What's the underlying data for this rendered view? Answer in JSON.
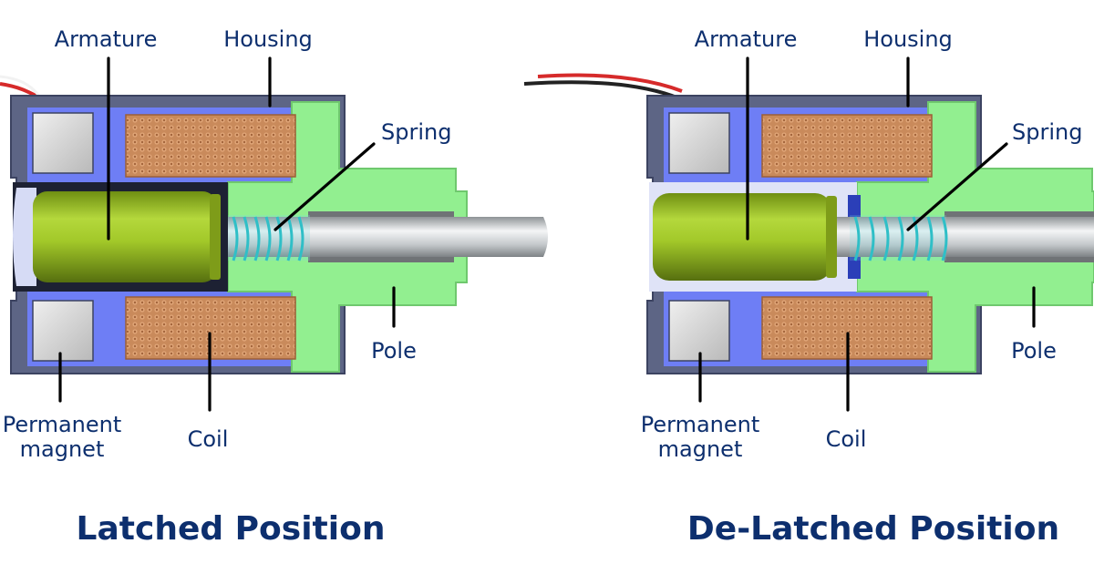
{
  "colors": {
    "housing": "#5d6585",
    "housing_dark": "#3c4361",
    "bobbin": "#6e7ef5",
    "pole": "#92ef90",
    "pole_dark": "#6fc86e",
    "coil": "#c98a5b",
    "coil_dark": "#9c5f37",
    "armature": "#9ec425",
    "armature_dark": "#5e7d12",
    "magnet": "#d8d8d8",
    "rod": "#d9dcde",
    "spring": "#2fbfc7",
    "label_text": "#0d2f6e",
    "wire_red": "#d62a2a",
    "wire_black": "#222222"
  },
  "diagrams": [
    {
      "id": "latched",
      "title": "Latched Position",
      "labels": {
        "armature": "Armature",
        "housing": "Housing",
        "spring": "Spring",
        "pole": "Pole",
        "permanent_magnet_line1": "Permanent",
        "permanent_magnet_line2": "magnet",
        "coil": "Coil"
      }
    },
    {
      "id": "delatched",
      "title": "De-Latched Position",
      "labels": {
        "armature": "Armature",
        "housing": "Housing",
        "spring": "Spring",
        "pole": "Pole",
        "permanent_magnet_line1": "Permanent",
        "permanent_magnet_line2": "magnet",
        "coil": "Coil"
      }
    }
  ]
}
